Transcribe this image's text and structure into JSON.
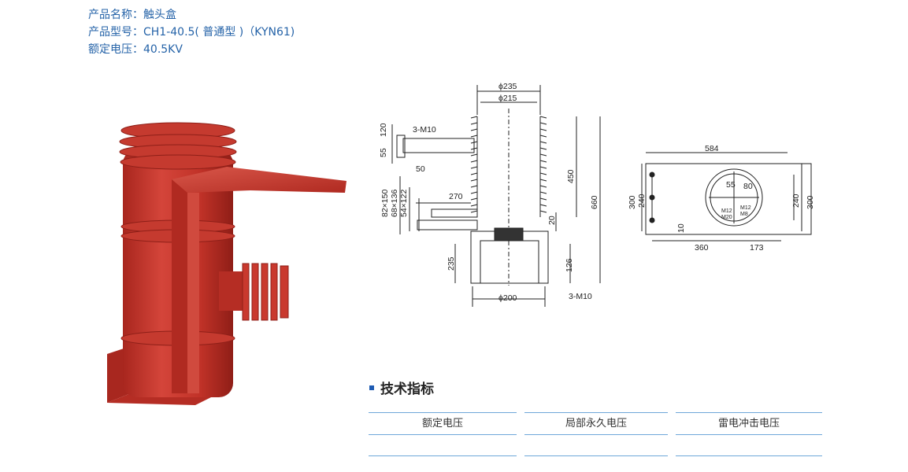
{
  "product": {
    "name_label": "产品名称：",
    "name_value": "触头盒",
    "model_label": "产品型号：",
    "model_value": "CH1-40.5( 普通型 )（KYN61)",
    "voltage_label": "额定电压：",
    "voltage_value": "40.5KV"
  },
  "drawing": {
    "dim_235": "ϕ235",
    "dim_215": "ϕ215",
    "dim_200": "ϕ200",
    "thread_top": "3-M10",
    "thread_bottom": "3-M10",
    "d120": "120",
    "d55": "55",
    "d50": "50",
    "d270": "270",
    "d82x150": "82×150",
    "d68x136": "68×136",
    "d54x122": "54×122",
    "d450": "450",
    "d660": "660",
    "d20": "20",
    "d235v": "235",
    "d126": "126",
    "plan_584": "584",
    "plan_300l": "300",
    "plan_240l": "240",
    "plan_10": "10",
    "plan_360": "360",
    "plan_173": "173",
    "plan_240r": "240",
    "plan_300r": "300",
    "plan_55": "55",
    "plan_80": "80",
    "plan_m12": "M12",
    "plan_m20": "M20",
    "plan_m12b": "M12",
    "plan_m8": "M8"
  },
  "specs": {
    "title": "技术指标",
    "headers": [
      "额定电压",
      "局部永久电压",
      "雷电冲击电压"
    ]
  },
  "colors": {
    "product_red": "#c7352a",
    "accent_blue": "#1e5bb3",
    "text_blue": "#2563a8"
  }
}
